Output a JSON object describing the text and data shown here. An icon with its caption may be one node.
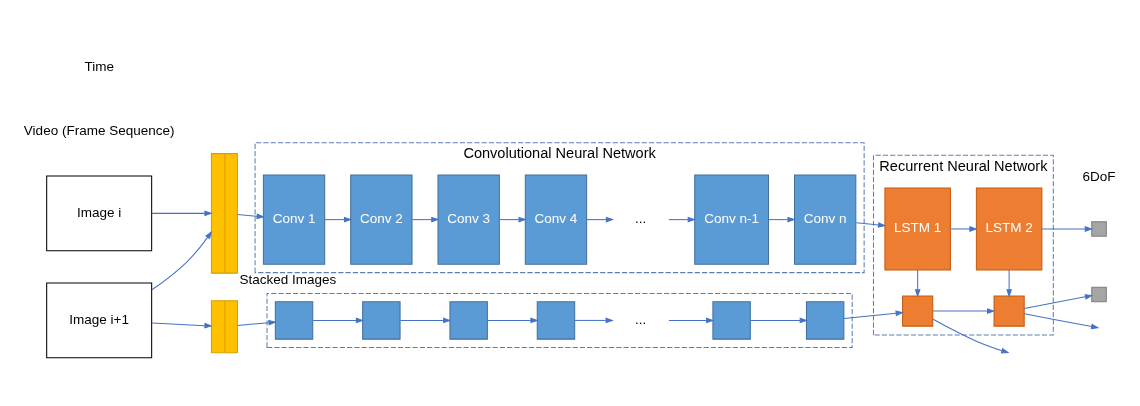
{
  "diagram": {
    "nodes": [
      {
        "text": [
          "Image i"
        ]
      },
      {
        "text": [
          "Image i+1"
        ]
      },
      {
        "text": [],
        "shape": "bar",
        "beside": [
          "Stacked Images"
        ]
      },
      {
        "text": [],
        "shape": "bar"
      },
      {
        "text": [
          "Convolutional Neural Network"
        ]
      },
      {
        "text": [
          "Conv 1"
        ],
        "in": 4
      },
      {
        "text": [
          "Conv 2"
        ],
        "in": 4
      },
      {
        "text": [
          "Conv 3"
        ],
        "in": 4
      },
      {
        "text": [
          "Conv 4"
        ],
        "in": 4
      },
      {
        "text": [
          "..."
        ],
        "in": 4
      },
      {
        "text": [
          "Conv n-1"
        ],
        "in": 4
      },
      {
        "text": [
          "Conv n"
        ],
        "in": 4
      },
      {
        "text": [],
        "shape": "box"
      },
      {
        "text": [],
        "shape": "box",
        "in": 12
      },
      {
        "text": [],
        "shape": "box",
        "in": 12
      },
      {
        "text": [],
        "shape": "box",
        "in": 12
      },
      {
        "text": [],
        "shape": "box",
        "in": 12
      },
      {
        "text": [
          "..."
        ],
        "in": 12
      },
      {
        "text": [],
        "shape": "box",
        "in": 12
      },
      {
        "text": [],
        "shape": "box",
        "in": 12
      },
      {
        "text": [
          "Recurrent Neural Network"
        ]
      },
      {
        "text": [
          "LSTM 1"
        ],
        "in": 20
      },
      {
        "text": [
          "LSTM 2"
        ],
        "in": 20
      },
      {
        "text": [],
        "shape": "box",
        "in": 20
      },
      {
        "text": [],
        "shape": "box",
        "in": 20
      },
      {
        "text": [],
        "shape": "box"
      },
      {
        "text": [],
        "shape": "box"
      }
    ],
    "edges": [
      {
        "from": 0,
        "to": 2,
        "arrow": "to"
      },
      {
        "from": 1,
        "to": 2,
        "arrow": "to"
      },
      {
        "from": 1,
        "to": 3,
        "arrow": "to"
      },
      {
        "from": 2,
        "to": 5,
        "arrow": "to"
      },
      {
        "from": 5,
        "to": 6,
        "arrow": "to"
      },
      {
        "from": 6,
        "to": 7,
        "arrow": "to"
      },
      {
        "from": 7,
        "to": 8,
        "arrow": "to"
      },
      {
        "from": 8,
        "to": 9,
        "arrow": "to"
      },
      {
        "from": 9,
        "to": 10,
        "arrow": "to"
      },
      {
        "from": 10,
        "to": 11,
        "arrow": "to"
      },
      {
        "from": 11,
        "to": 21,
        "arrow": "to"
      },
      {
        "from": 21,
        "to": 22,
        "arrow": "to"
      },
      {
        "from": 22,
        "to": 25,
        "arrow": "to"
      },
      {
        "from": 3,
        "to": 13,
        "arrow": "to"
      },
      {
        "from": 13,
        "to": 14,
        "arrow": "to"
      },
      {
        "from": 14,
        "to": 15,
        "arrow": "to"
      },
      {
        "from": 15,
        "to": 16,
        "arrow": "to"
      },
      {
        "from": 16,
        "to": 17,
        "arrow": "to"
      },
      {
        "from": 17,
        "to": 18,
        "arrow": "to"
      },
      {
        "from": 18,
        "to": 19,
        "arrow": "to"
      },
      {
        "from": 19,
        "to": 23,
        "arrow": "to"
      },
      {
        "from": 21,
        "to": 23,
        "arrow": "to"
      },
      {
        "from": 23,
        "to": 24,
        "arrow": "to"
      },
      {
        "from": 22,
        "to": 24,
        "arrow": "to"
      },
      {
        "from": 24,
        "to": 26,
        "arrow": "to"
      },
      {
        "from": 23,
        "to": null,
        "arrow": "to"
      },
      {
        "from": 24,
        "to": null,
        "arrow": "to"
      }
    ],
    "labels": [
      "Video (Frame Sequence)",
      "6DoF",
      "Time"
    ]
  }
}
